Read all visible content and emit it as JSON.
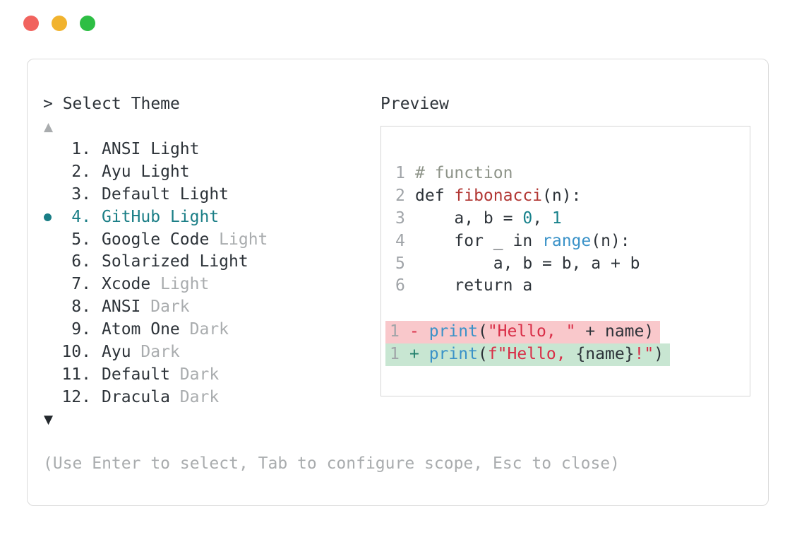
{
  "window": {
    "controls": [
      {
        "name": "close",
        "color": "#f1635e"
      },
      {
        "name": "minimize",
        "color": "#f1b32e"
      },
      {
        "name": "maximize",
        "color": "#2dbe44"
      }
    ]
  },
  "picker": {
    "title": "> Select Theme",
    "scroll_up": "▲",
    "scroll_down": "▼",
    "items": [
      {
        "number": "1.",
        "name": "ANSI",
        "variant": "Light",
        "variant_muted": false,
        "selected": false
      },
      {
        "number": "2.",
        "name": "Ayu",
        "variant": "Light",
        "variant_muted": false,
        "selected": false
      },
      {
        "number": "3.",
        "name": "Default",
        "variant": "Light",
        "variant_muted": false,
        "selected": false
      },
      {
        "number": "4.",
        "name": "GitHub",
        "variant": "Light",
        "variant_muted": false,
        "selected": true
      },
      {
        "number": "5.",
        "name": "Google Code",
        "variant": "Light",
        "variant_muted": true,
        "selected": false
      },
      {
        "number": "6.",
        "name": "Solarized",
        "variant": "Light",
        "variant_muted": false,
        "selected": false
      },
      {
        "number": "7.",
        "name": "Xcode",
        "variant": "Light",
        "variant_muted": true,
        "selected": false
      },
      {
        "number": "8.",
        "name": "ANSI",
        "variant": "Dark",
        "variant_muted": true,
        "selected": false
      },
      {
        "number": "9.",
        "name": "Atom One",
        "variant": "Dark",
        "variant_muted": true,
        "selected": false
      },
      {
        "number": "10.",
        "name": "Ayu",
        "variant": "Dark",
        "variant_muted": true,
        "selected": false
      },
      {
        "number": "11.",
        "name": "Default",
        "variant": "Dark",
        "variant_muted": true,
        "selected": false
      },
      {
        "number": "12.",
        "name": "Dracula",
        "variant": "Dark",
        "variant_muted": true,
        "selected": false
      }
    ],
    "help_text": "(Use Enter to select, Tab to configure scope, Esc to close)"
  },
  "preview": {
    "label": "Preview",
    "code_lines": [
      {
        "num": "1",
        "tokens": [
          {
            "c": "comment",
            "t": "# function"
          }
        ]
      },
      {
        "num": "2",
        "tokens": [
          {
            "c": "plain",
            "t": "def "
          },
          {
            "c": "func",
            "t": "fibonacci"
          },
          {
            "c": "plain",
            "t": "(n):"
          }
        ]
      },
      {
        "num": "3",
        "tokens": [
          {
            "c": "plain",
            "t": "    a, b = "
          },
          {
            "c": "number",
            "t": "0"
          },
          {
            "c": "plain",
            "t": ", "
          },
          {
            "c": "number",
            "t": "1"
          }
        ]
      },
      {
        "num": "4",
        "tokens": [
          {
            "c": "plain",
            "t": "    for _ in "
          },
          {
            "c": "call",
            "t": "range"
          },
          {
            "c": "plain",
            "t": "(n):"
          }
        ]
      },
      {
        "num": "5",
        "tokens": [
          {
            "c": "plain",
            "t": "        a, b = b, a + b"
          }
        ]
      },
      {
        "num": "6",
        "tokens": [
          {
            "c": "plain",
            "t": "    return a"
          }
        ]
      }
    ],
    "diff_lines": [
      {
        "num": "1",
        "type": "removed",
        "tokens": [
          {
            "c": "minus",
            "t": "- "
          },
          {
            "c": "call",
            "t": "print"
          },
          {
            "c": "plain",
            "t": "("
          },
          {
            "c": "string",
            "t": "\"Hello, \""
          },
          {
            "c": "plain",
            "t": " + name)"
          }
        ]
      },
      {
        "num": "1",
        "type": "added",
        "tokens": [
          {
            "c": "plus",
            "t": "+ "
          },
          {
            "c": "call",
            "t": "print"
          },
          {
            "c": "plain",
            "t": "("
          },
          {
            "c": "string",
            "t": "f\"Hello, "
          },
          {
            "c": "plain",
            "t": "{name}"
          },
          {
            "c": "string",
            "t": "!\""
          },
          {
            "c": "plain",
            "t": ")"
          }
        ]
      }
    ]
  },
  "colors": {
    "dark": "#2d3339",
    "muted": "#a9acae",
    "teal": "#1a7e86",
    "lineno": "#a0a4a8",
    "comment": "#8e9489",
    "func": "#b23734",
    "num": "#17818b",
    "call": "#3a92c8",
    "string": "#d92e47",
    "plus": "#22806c",
    "border": "#dadada",
    "previewBorder": "#d6d6d6",
    "removedBg": "#f9c8cb",
    "addedBg": "#c8e6d2"
  }
}
